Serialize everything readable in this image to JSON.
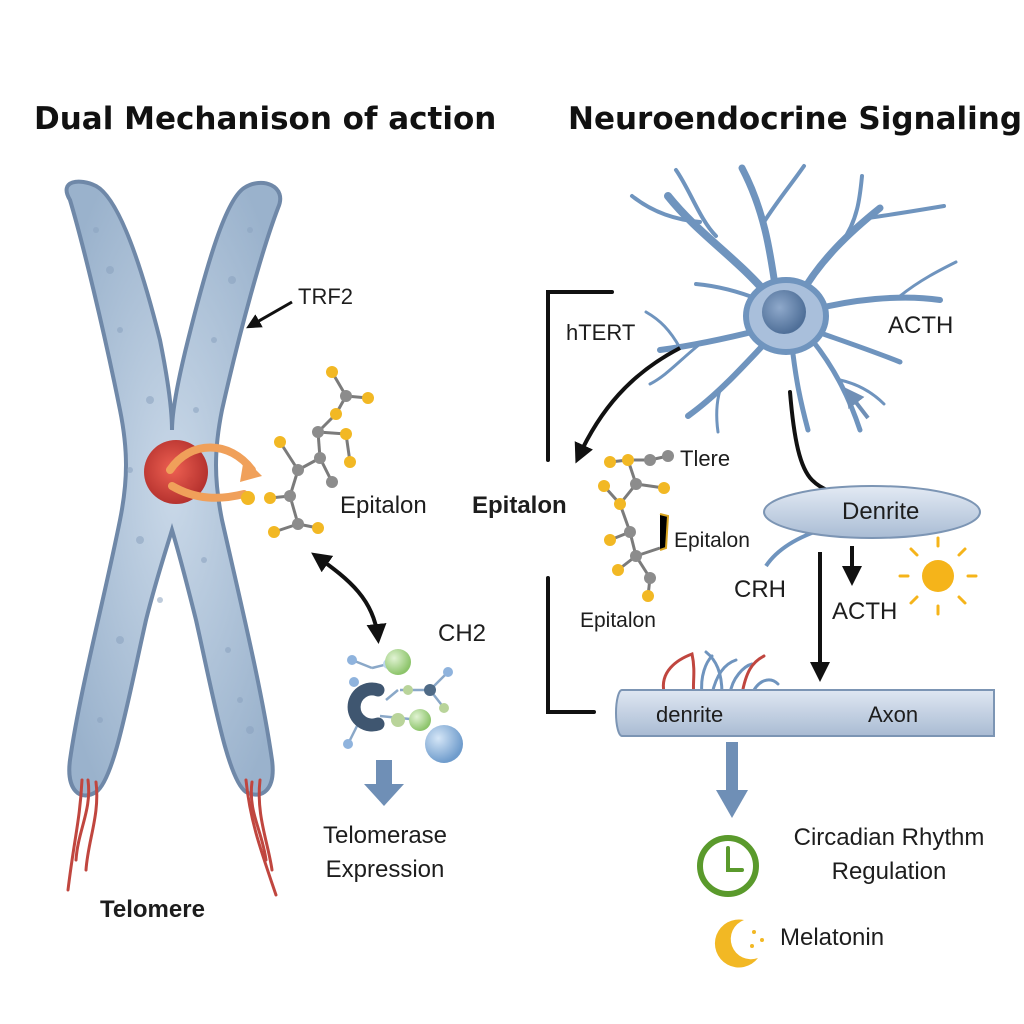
{
  "left_panel": {
    "title": "Dual Mechanison of action",
    "labels": {
      "trf2": "TRF2",
      "epitalon": "Epitalon",
      "ch2": "CH2",
      "expression_line1": "Telomerase",
      "expression_line2": "Expression",
      "telomere": "Telomere"
    }
  },
  "right_panel": {
    "title": "Neuroendocrine Signaling",
    "labels": {
      "htert": "hTERT",
      "acth_top": "ACTH",
      "tlere": "Tlere",
      "epitalon_main": "Epitalon",
      "epitalon_side": "Epitalon",
      "epitalon_below": "Epitalon",
      "denrite_oval": "Denrite",
      "crh": "CRH",
      "acth_mid": "ACTH",
      "denrite_axon": "denrite",
      "axon": "Axon",
      "circadian_line1": "Circadian Rhythm",
      "circadian_line2": "Regulation",
      "melatonin": "Melatonin"
    }
  },
  "icons": [
    "chromosome-icon",
    "molecule-icon",
    "protein-complex-icon",
    "neuron-icon",
    "sun-icon",
    "clock-icon",
    "moon-icon"
  ],
  "colors": {
    "chromosome": "#9fb6cf",
    "chromosome_outline": "#6f88a8",
    "telomere": "#c0463f",
    "molecule_atom": "#f2b824",
    "molecule_bond": "#7b7b7b",
    "neuron": "#6f94be",
    "arrow": "#111111",
    "down_arrow": "#6f8fb6",
    "clock": "#5a9a2c",
    "sun": "#f5b41a"
  }
}
